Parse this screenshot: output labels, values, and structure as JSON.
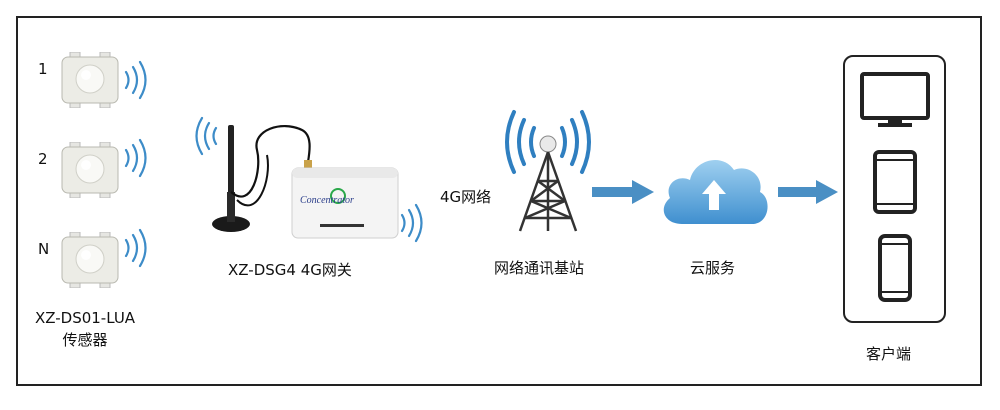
{
  "sensors": [
    {
      "label": "1"
    },
    {
      "label": "2"
    },
    {
      "label": "N"
    }
  ],
  "sensor_caption": {
    "line1": "XZ-DS01-LUA",
    "line2": "传感器"
  },
  "gateway": {
    "label": "XZ-DSG4 4G网关",
    "device_text": "Concentrator"
  },
  "network": {
    "label": "4G网络"
  },
  "base_station": {
    "label": "网络通讯基站"
  },
  "cloud": {
    "label": "云服务"
  },
  "client": {
    "label": "客户端"
  },
  "colors": {
    "arrow": "#4a8fc4",
    "wave": "#3d8cc8",
    "cloud": "#5aa6da",
    "frame": "#222222"
  }
}
